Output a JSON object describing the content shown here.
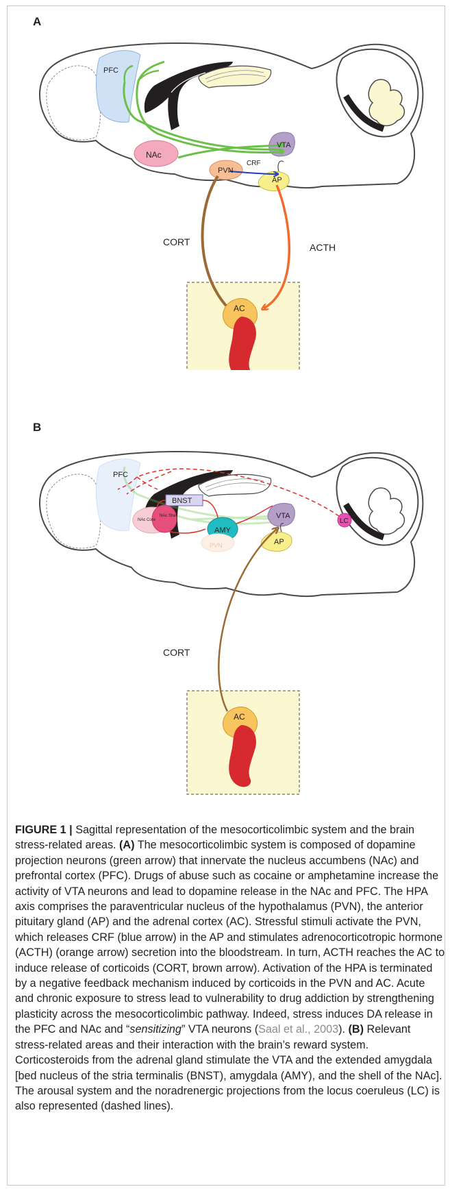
{
  "panels": [
    {
      "letter": "A",
      "labels": {
        "pfc": "PFC",
        "nac": "NAc",
        "vta": "VTA",
        "pvn": "PVN",
        "crf": "CRF",
        "ap": "AP",
        "cort": "CORT",
        "acth": "ACTH",
        "ac": "AC"
      }
    },
    {
      "letter": "B",
      "labels": {
        "pfc": "PFC",
        "bnst": "BNST",
        "nac_core": "NAc Core",
        "nac_shell": "NAc Shell",
        "amy": "AMY",
        "vta": "VTA",
        "lc": "LC",
        "pvn": "PVN",
        "ap": "AP",
        "cort": "CORT",
        "ac": "AC"
      }
    }
  ],
  "colors": {
    "dopamine_projection": "#6cc04a",
    "crf_arrow": "#1f3fbf",
    "acth_arrow": "#f26a2e",
    "cort_arrow": "#9c6a34",
    "dashed_projection": "#d9342b",
    "adrenal_box": "#fbf7d0",
    "pfc_fill": "#cfe1f5",
    "nac_fill": "#f5a9bf",
    "vta_fill": "#b49fc9",
    "pvn_fill": "#f7be93",
    "ap_fill": "#f8ef8a",
    "amy_fill": "#1fbcc2",
    "lc_fill": "#e84fb4",
    "adrenal_cortex": "#f7c45d",
    "adrenal_medulla": "#d62a2e"
  },
  "caption": {
    "figure_label": "FIGURE 1 |",
    "intro": "Sagittal representation of the mesocorticolimbic system and the brain stress-related areas.",
    "a_marker": "(A)",
    "a_text_1": "The mesocorticolimbic system is composed of dopamine projection neurons (green arrow) that innervate the nucleus accumbens (NAc) and prefrontal cortex (PFC). Drugs of abuse such as cocaine or amphetamine increase the activity of VTA neurons and lead to dopamine release in the NAc and PFC. The HPA axis comprises the paraventricular nucleus of the hypothalamus (PVN), the anterior pituitary gland (AP) and the adrenal cortex (AC). Stressful stimuli activate the PVN, which releases CRF (blue arrow) in the AP and stimulates adrenocorticotropic hormone (ACTH) (orange arrow) secretion into the bloodstream. In turn, ACTH reaches the AC to induce release of corticoids (CORT, brown arrow). Activation of the HPA is terminated by a negative feedback mechanism induced by corticoids in the PVN and AC. Acute and chronic exposure to stress lead to vulnerability to drug addiction by strengthening plasticity across the mesocorticolimbic pathway. Indeed, stress induces DA release in the PFC and NAc and “",
    "a_italic": "sensitizing",
    "a_text_2": "” VTA neurons (",
    "citation": "Saal et al., 2003",
    "a_text_3": ").",
    "b_marker": "(B)",
    "b_text": "Relevant stress-related areas and their interaction with the brain’s reward system. Corticosteroids from the adrenal gland stimulate the VTA and the extended amygdala [bed nucleus of the stria terminalis (BNST), amygdala (AMY), and the shell of the NAc]. The arousal system and the noradrenergic projections from the locus coeruleus (LC) is also represented (dashed lines)."
  }
}
